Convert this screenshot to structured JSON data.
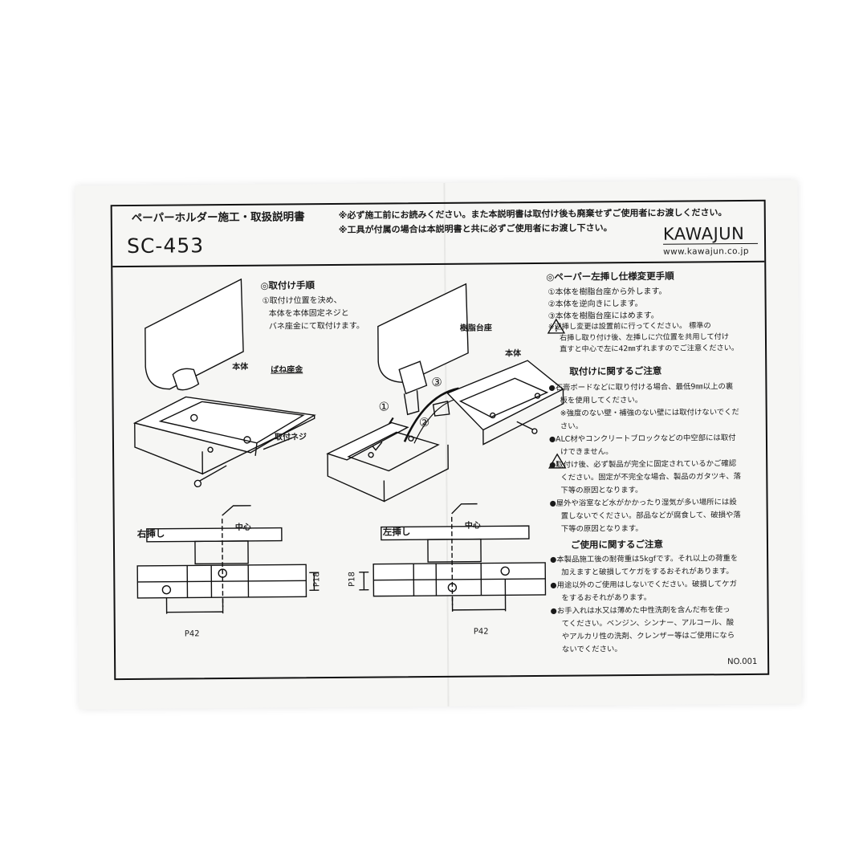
{
  "header": {
    "title": "ペーパーホルダー施工・取扱説明書",
    "model": "SC-453",
    "note1": "※必ず施工前にお読みください。また本説明書は取付け後も廃棄せずご使用者にお渡しください。",
    "note2": "※工具が付属の場合は本説明書と共に必ずご使用者にお渡し下さい。",
    "brand": "KAWAJUN",
    "url": "www.kawajun.co.jp"
  },
  "install": {
    "heading": "◎取付け手順",
    "steps": [
      "①取付け位置を決め、",
      "本体を本体固定ネジと",
      "バネ座金にて取付けます。"
    ],
    "label_body": "本体",
    "label_washer": "ばね座金",
    "label_screw": "取付ネジ",
    "label_base": "樹脂台座",
    "label_body2": "本体",
    "num1": "①",
    "num2": "②",
    "num3": "③"
  },
  "diagrams": {
    "right_label": "右挿し",
    "left_label": "左挿し",
    "center_right": "中心",
    "center_left": "中心",
    "p18_right": "P18",
    "p18_left": "P18",
    "p42_right": "P42",
    "p42_left": "P42"
  },
  "change": {
    "heading": "◎ペーパー左挿し仕様変更手順",
    "lines": [
      "①本体を樹脂台座から外します。",
      "②本体を逆向きにします。",
      "③本体を樹脂台座にはめます。",
      "※逆挿し変更は設置前に行ってください。 標準の",
      "右挿し取り付け後、左挿しに穴位置を共用して付け",
      "直すと中心で左に42㎜ずれますのでご注意ください。"
    ]
  },
  "caution_install": {
    "heading": "取付けに関するご注意",
    "lines": [
      "●石膏ボードなどに取り付ける場合、最低9㎜以上の裏",
      "板を使用してください。",
      "※強度のない壁・補強のない壁には取付けないでくだ",
      "さい。",
      "●ALC材やコンクリートブロックなどの中空部には取付",
      "けできません。",
      "●取付け後、必ず製品が完全に固定されているかご確認",
      "ください。固定が不完全な場合、製品のガタツキ、落",
      "下等の原因となります。",
      "●屋外や浴室など水がかかったり湿気が多い場所には設",
      "置しないでください。部品などが腐食して、破損や落",
      "下等の原因となります。"
    ]
  },
  "caution_use": {
    "heading": "ご使用に関するご注意",
    "lines": [
      "●本製品施工後の耐荷重は5kgfです。それ以上の荷重を",
      "加えますと破損してケガをするおそれがあります。",
      "●用途以外のご使用はしないでください。破損してケガ",
      "をするおそれがあります。",
      "●お手入れは水又は薄めた中性洗剤を含んだ布を使っ",
      "てください。ベンジン、シンナー、アルコール、酸",
      "やアルカリ性の洗剤、クレンザー等はご使用になら",
      "ないでください。"
    ]
  },
  "footer": {
    "doc_no": "NO.001"
  }
}
